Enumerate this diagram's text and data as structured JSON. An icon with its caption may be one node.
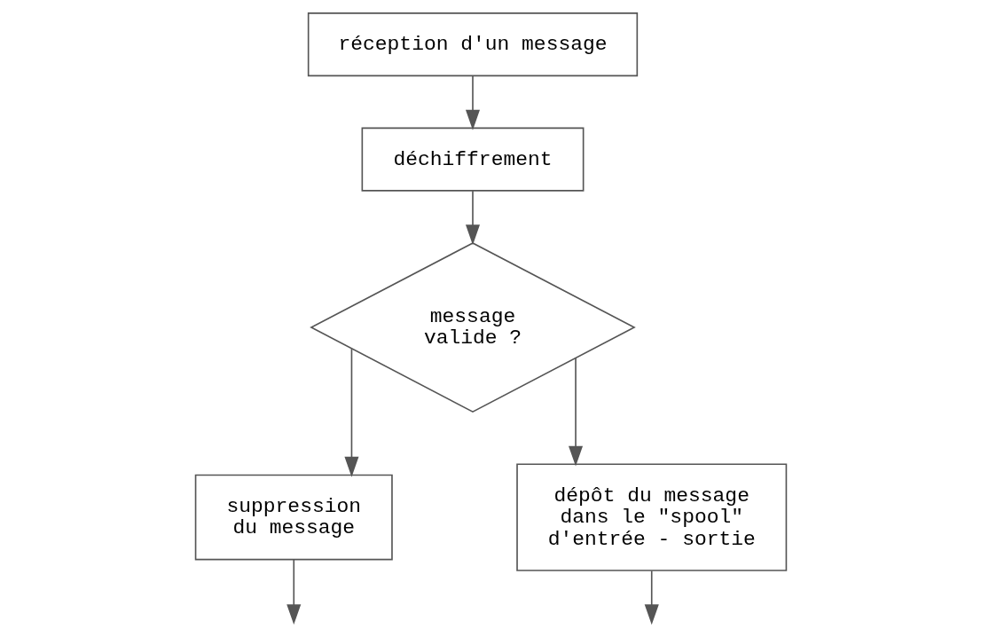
{
  "diagram": {
    "nodes": [
      {
        "text": [
          "réception d'un message"
        ]
      },
      {
        "text": [
          "déchiffrement"
        ]
      },
      {
        "text": [
          "message valide ?"
        ]
      },
      {
        "text": [
          "suppression du message"
        ]
      },
      {
        "text": [
          "dépôt du message dans le \"spool\" d'entrée - sortie"
        ]
      }
    ],
    "edges": [
      {
        "from": 0,
        "to": 1,
        "arrow": "to"
      },
      {
        "from": 1,
        "to": 2,
        "arrow": "to"
      },
      {
        "from": 2,
        "to": 3,
        "arrow": "to"
      },
      {
        "from": 2,
        "to": 4,
        "arrow": "to"
      },
      {
        "from": 3,
        "to": null,
        "arrow": "to"
      },
      {
        "from": 4,
        "to": null,
        "arrow": "to"
      }
    ]
  }
}
